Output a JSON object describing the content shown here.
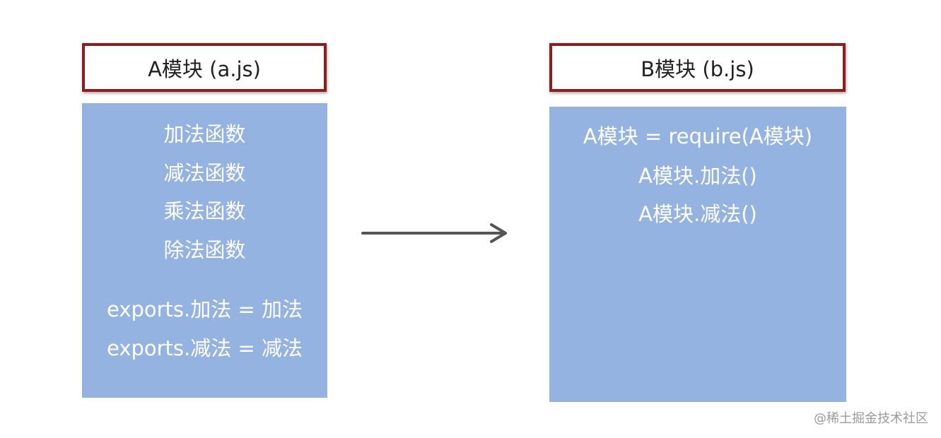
{
  "module_a": {
    "title": "A模块 (a.js)",
    "functions": [
      "加法函数",
      "减法函数",
      "乘法函数",
      "除法函数"
    ],
    "exports": [
      "exports.加法 = 加法",
      "exports.减法 = 减法"
    ]
  },
  "module_b": {
    "title": "B模块 (b.js)",
    "lines": [
      "A模块 = require(A模块)",
      "A模块.加法()",
      "A模块.减法()"
    ]
  },
  "watermark": "@稀土掘金技术社区"
}
